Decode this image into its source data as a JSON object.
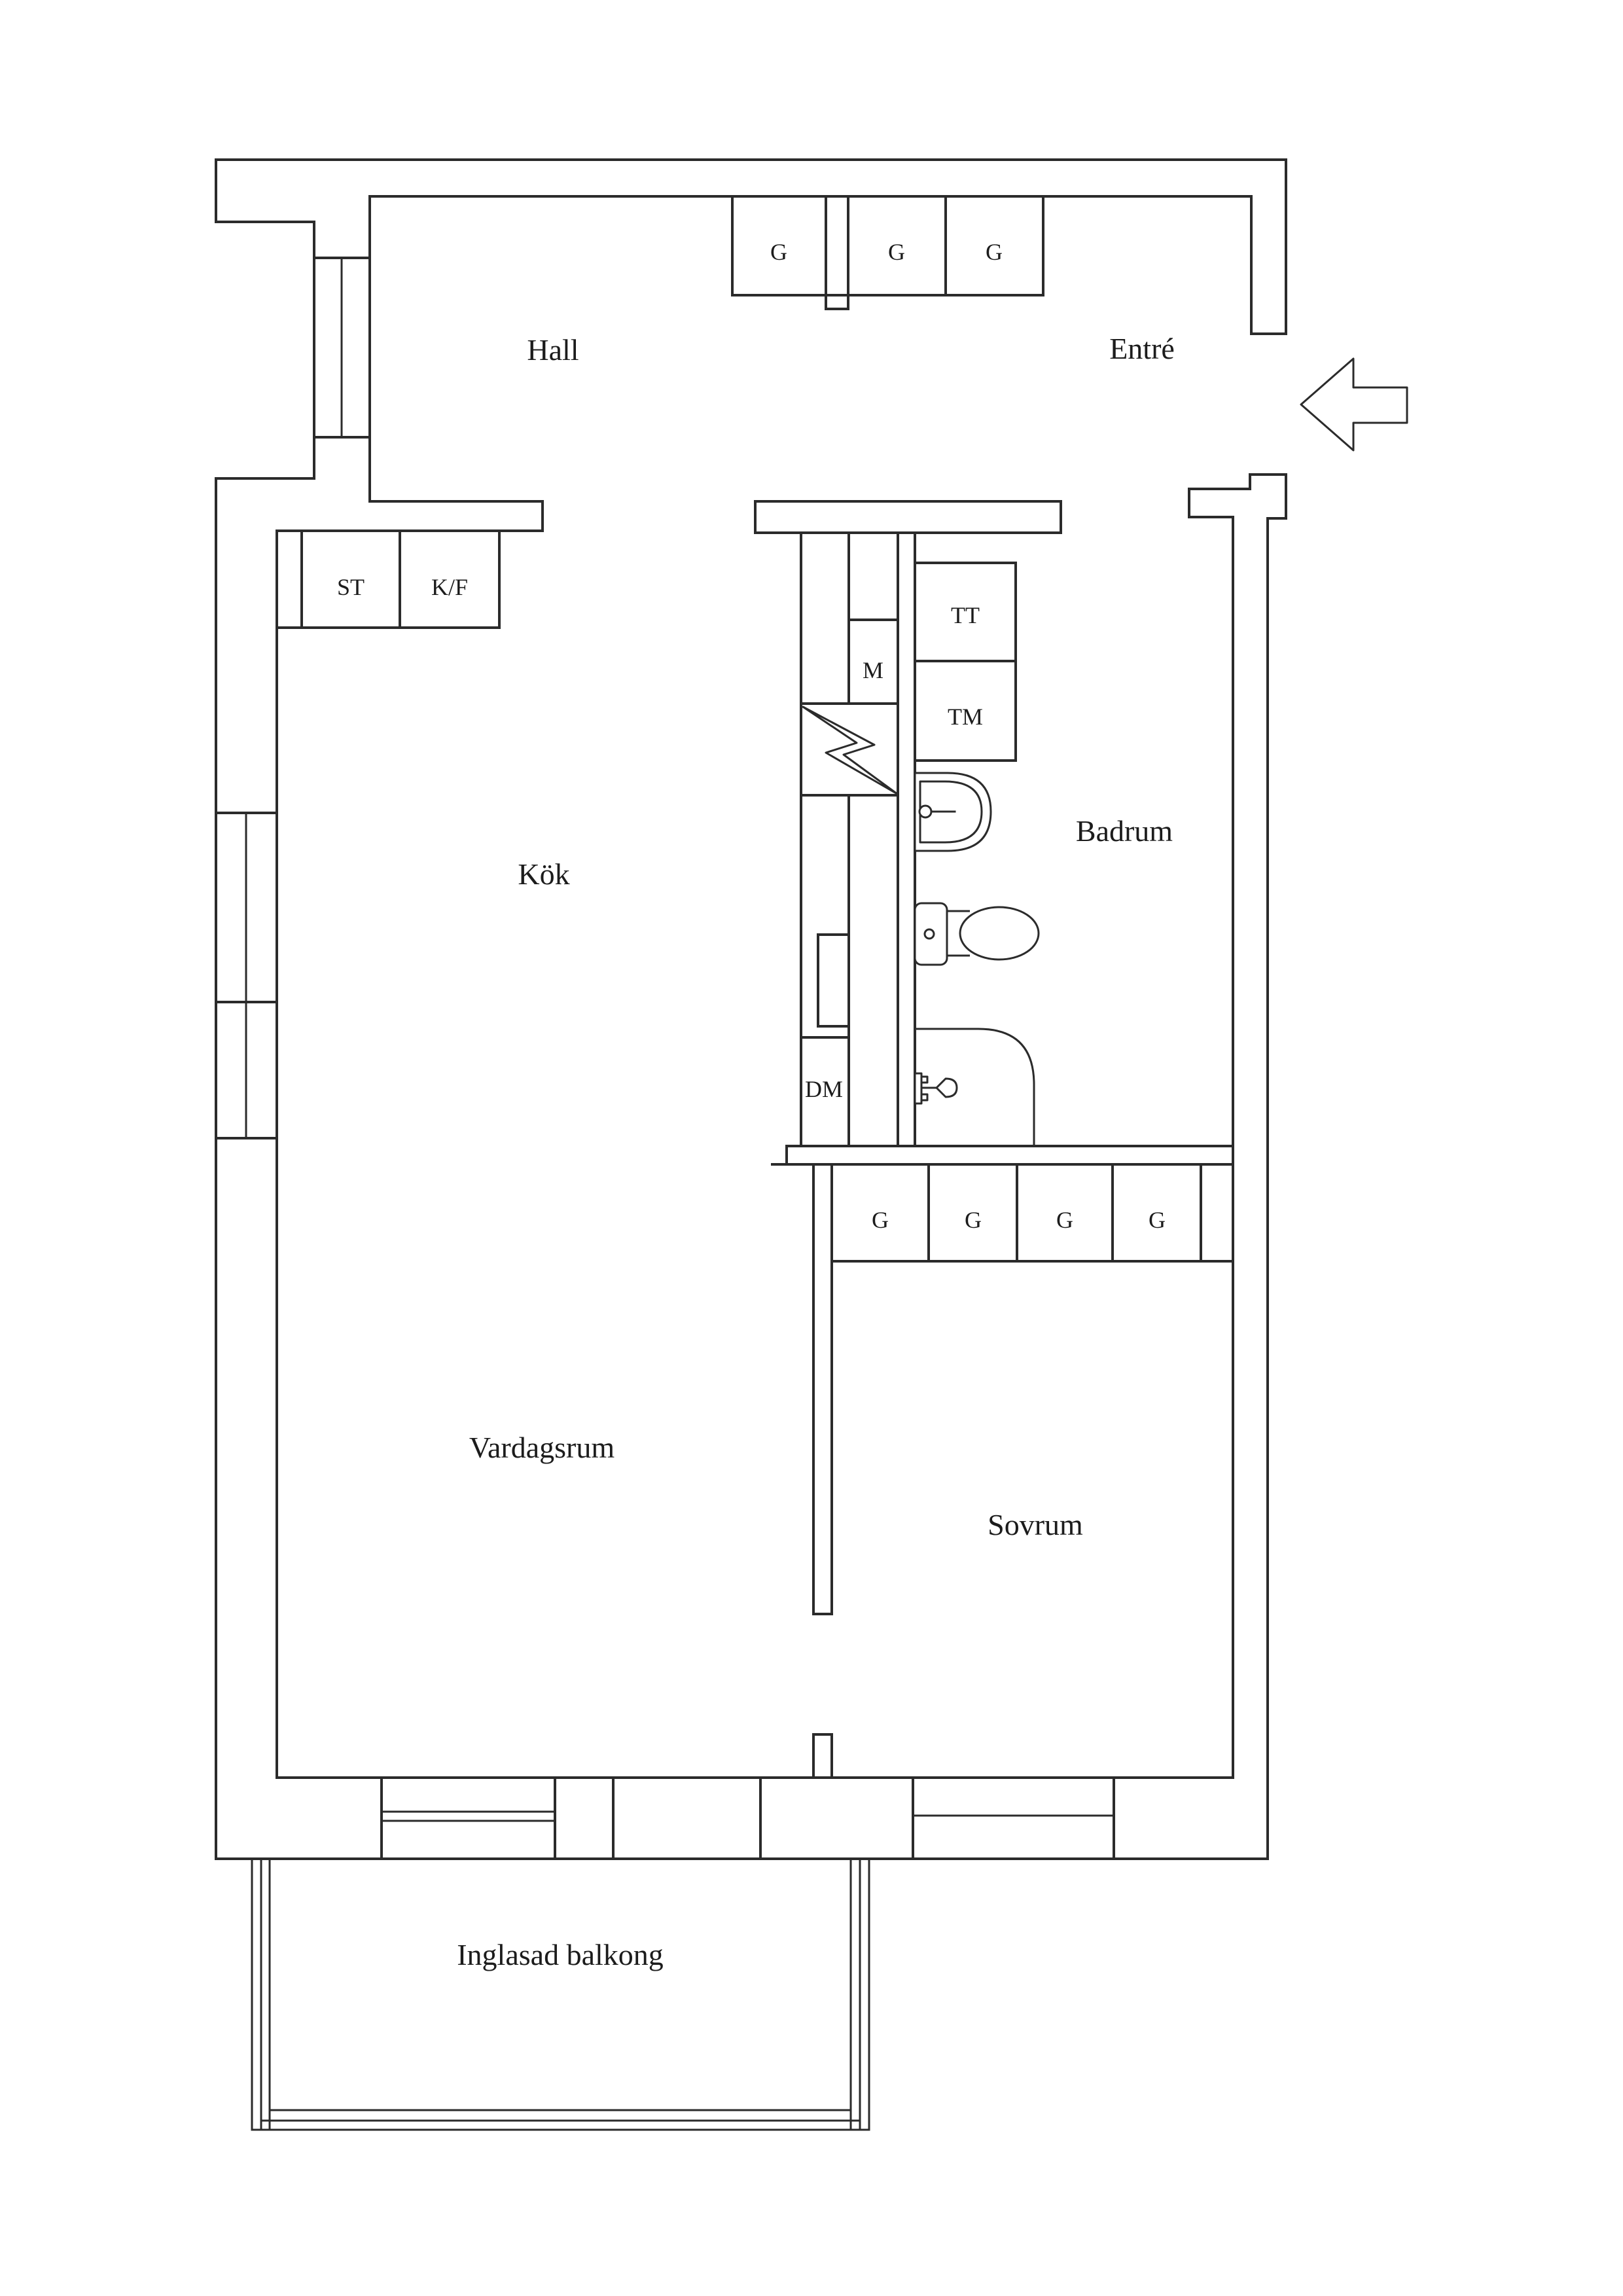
{
  "colors": {
    "background": "#ffffff",
    "line": "#2b2b2b",
    "text": "#1c1c1c"
  },
  "rooms": {
    "hall": "Hall",
    "entre": "Entré",
    "kok": "Kök",
    "badrum": "Badrum",
    "vardagsrum": "Vardagsrum",
    "sovrum": "Sovrum",
    "balkong": "Inglasad balkong"
  },
  "closets": {
    "hall": [
      "G",
      "G",
      "G"
    ],
    "sovrum": [
      "G",
      "G",
      "G",
      "G"
    ]
  },
  "appliances": {
    "st": "ST",
    "kf": "K/F",
    "m": "M",
    "tt": "TT",
    "tm": "TM",
    "dm": "DM"
  }
}
